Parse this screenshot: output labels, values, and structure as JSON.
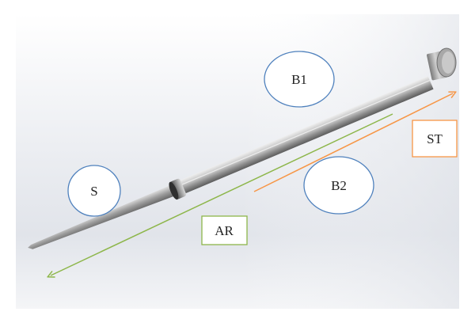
{
  "labels": {
    "b1": "B1",
    "b2": "B2",
    "s": "S",
    "st": "ST",
    "ar": "AR"
  },
  "colors": {
    "callout_circle_stroke": "#4f81bd",
    "ar_box_and_arrow": "#8db64a",
    "st_box_and_arrow": "#f79646",
    "pin_metal": "#a9a9a9",
    "background_gradient_light": "#ffffff",
    "background_gradient_dark": "#cdd2da"
  }
}
